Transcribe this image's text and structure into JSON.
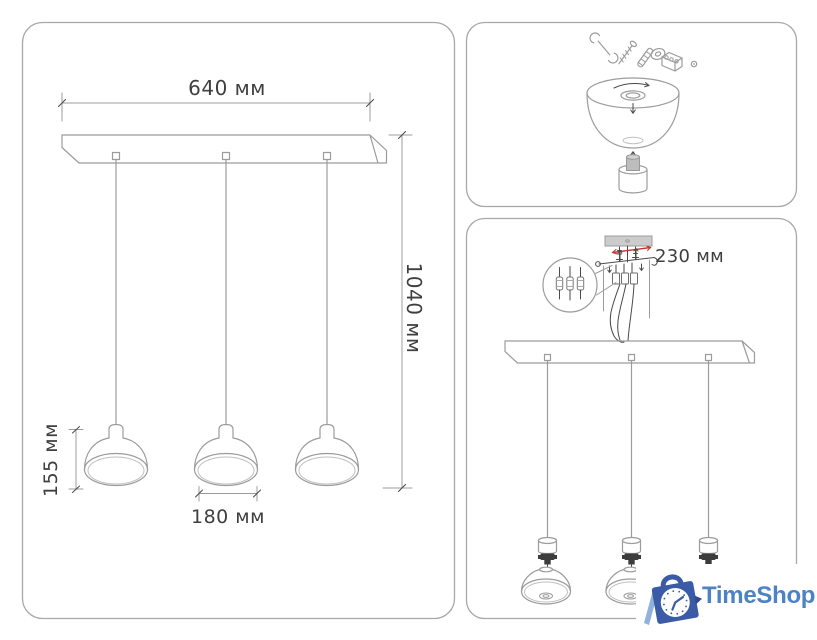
{
  "diagram": {
    "dimensions": {
      "bar_width": "640 мм",
      "overall_height": "1040 мм",
      "shade_height": "155 мм",
      "shade_diameter": "180 мм",
      "mount_spacing": "230 мм"
    }
  },
  "logo": {
    "text": "TimeShop"
  },
  "icons": {
    "tools": [
      "wrench-icon",
      "screw-icon",
      "wall-anchor-icon",
      "washer-icon",
      "terminal-block-icon",
      "screw-head-icon"
    ],
    "logo": "clock-shopping-bag-icon"
  },
  "colors": {
    "line": "#9c9c9c",
    "text": "#3f3f3f",
    "dimension_red": "#c23a2e",
    "grey_fill": "#cccccc",
    "panel_border": "#a8a8a8",
    "socket_dark": "#3d3d3d",
    "logo_blue": "#4d82c5",
    "logo_dark_blue": "#3b5ba6",
    "logo_light_blue": "#8fb1dd"
  }
}
